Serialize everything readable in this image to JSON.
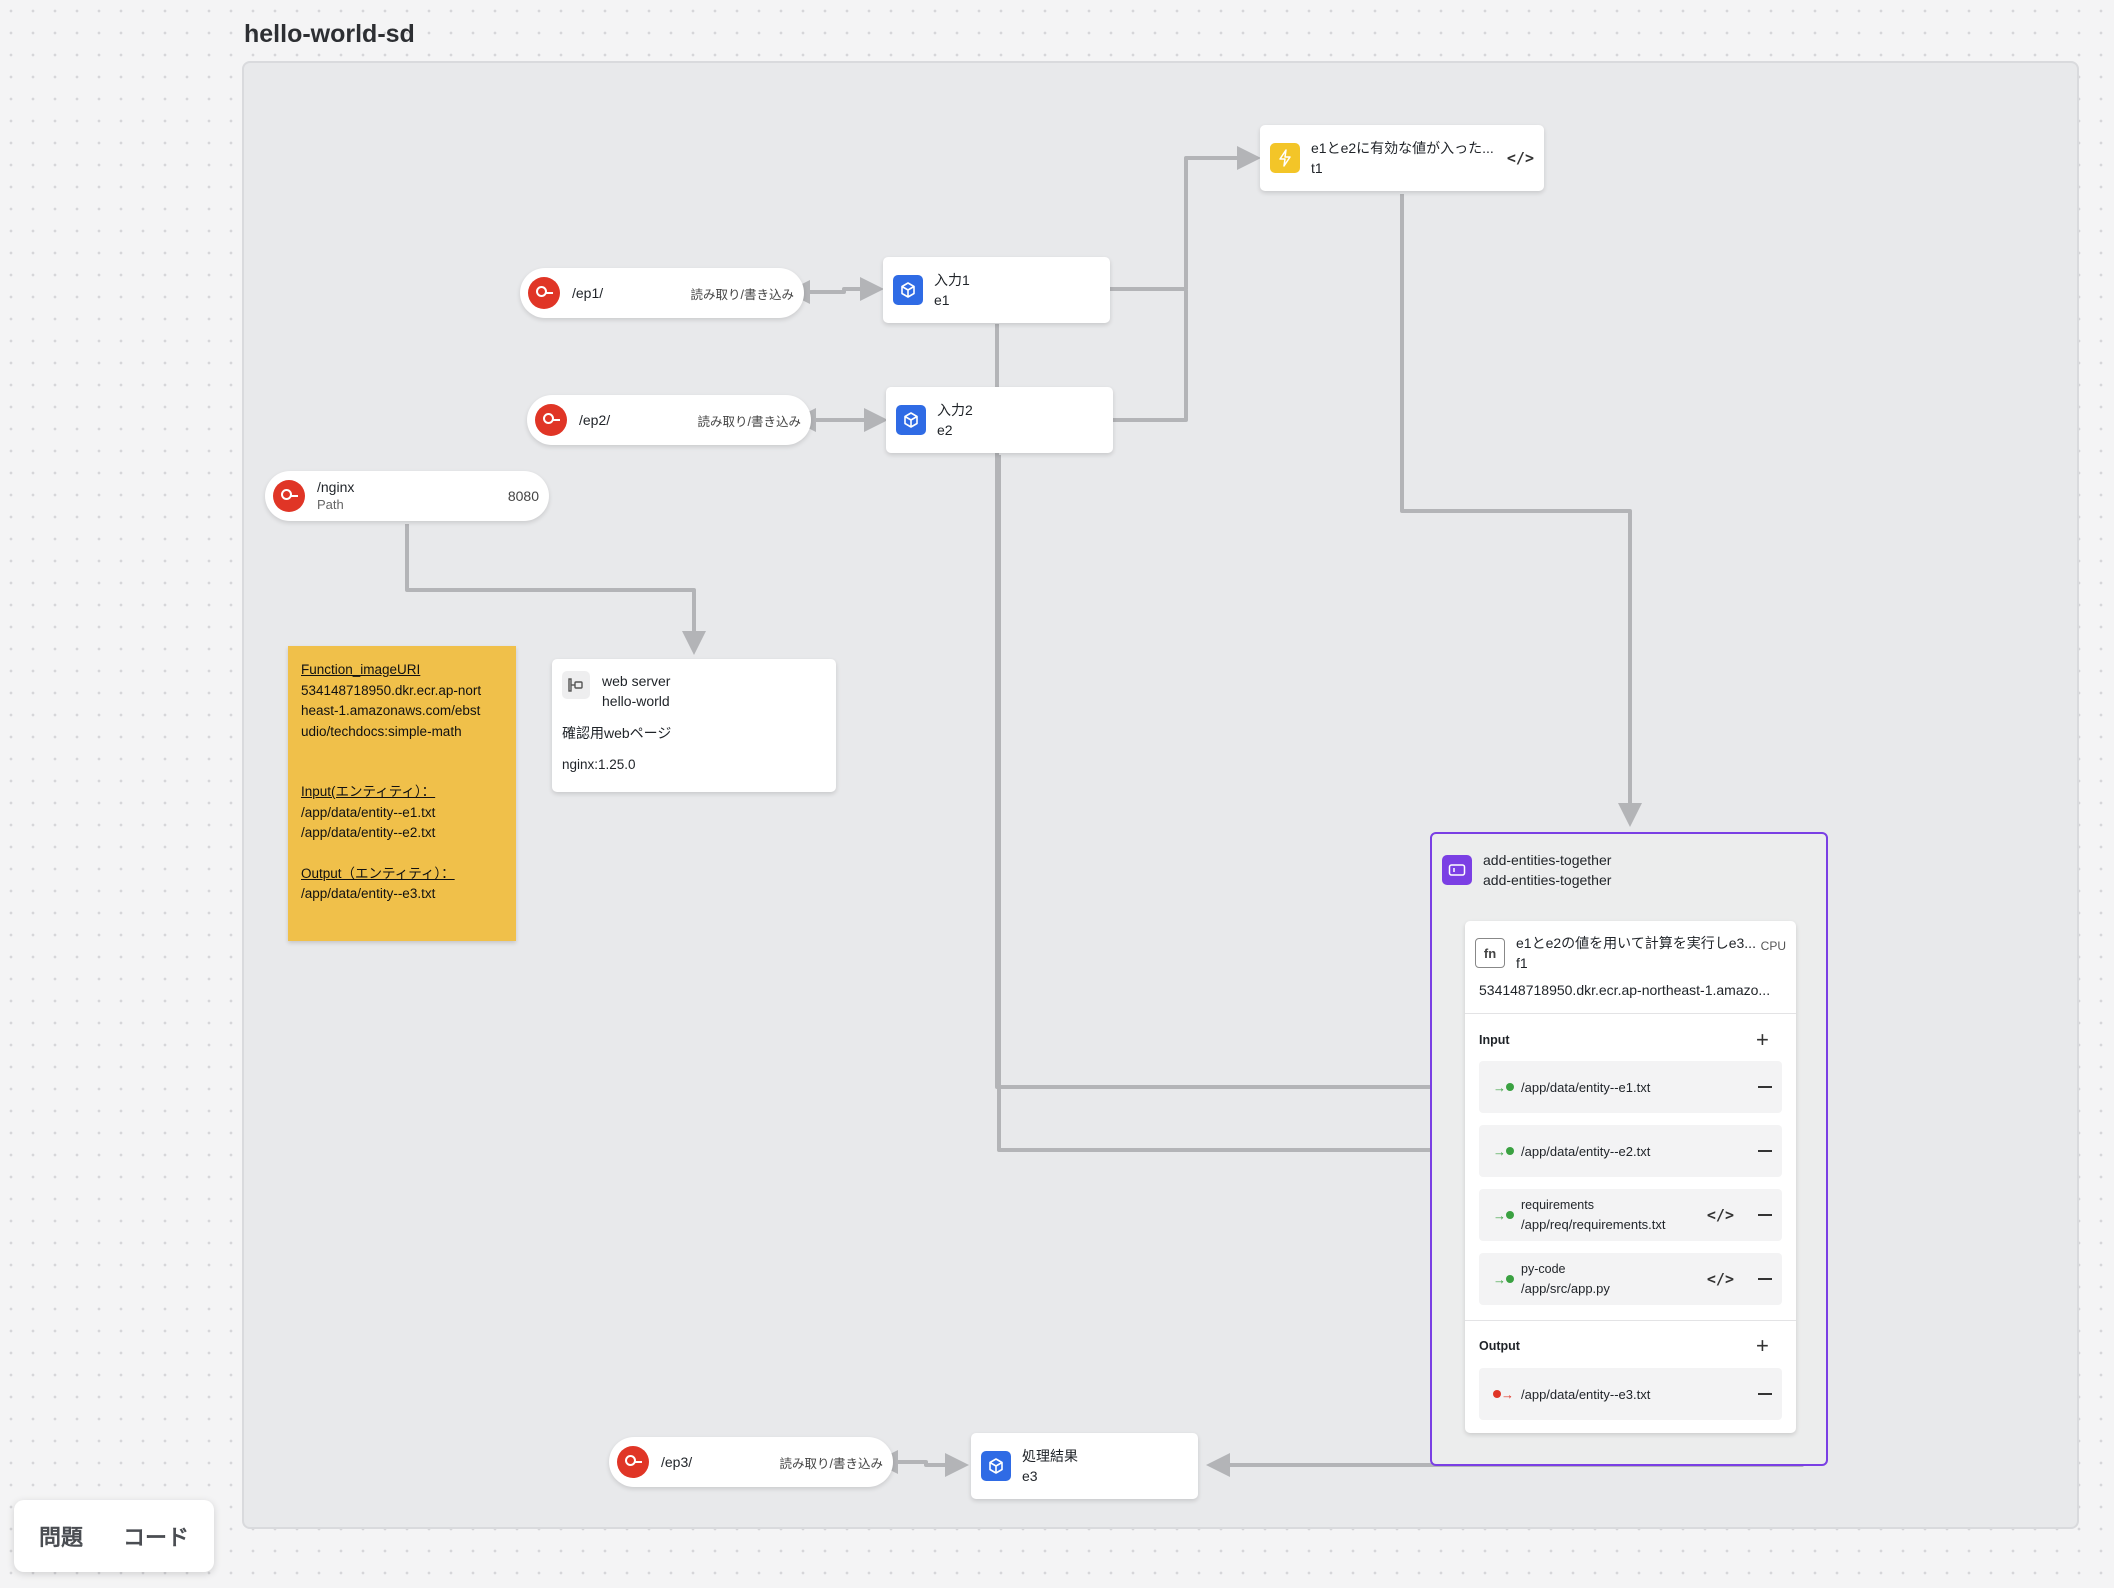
{
  "canvas": {
    "title": "hello-world-sd"
  },
  "endpoints": {
    "ep1": {
      "path": "/ep1/",
      "mode": "読み取り/書き込み"
    },
    "ep2": {
      "path": "/ep2/",
      "mode": "読み取り/書き込み"
    },
    "ep3": {
      "path": "/ep3/",
      "mode": "読み取り/書き込み"
    },
    "nginx": {
      "path": "/nginx",
      "type": "Path",
      "port": "8080"
    }
  },
  "entities": {
    "e1": {
      "label": "入力1",
      "id": "e1"
    },
    "e2": {
      "label": "入力2",
      "id": "e2"
    },
    "e3": {
      "label": "処理結果",
      "id": "e3"
    }
  },
  "trigger": {
    "label": "e1とe2に有効な値が入った...",
    "id": "t1"
  },
  "sticky_note": {
    "line1": "Function_imageURI",
    "line2": "534148718950.dkr.ecr.ap-nort",
    "line3": "heast-1.amazonaws.com/ebst",
    "line4": "udio/techdocs:simple-math",
    "line5": "Input(エンティティ）：",
    "line6": "/app/data/entity--e1.txt",
    "line7": "/app/data/entity--e2.txt",
    "line8": "Output（エンティティ）：",
    "line9": "/app/data/entity--e3.txt"
  },
  "web_server": {
    "name": "web server",
    "id": "hello-world",
    "description": "確認用webページ",
    "image": "nginx:1.25.0"
  },
  "group": {
    "name": "add-entities-together",
    "id": "add-entities-together"
  },
  "function": {
    "label": "e1とe2の値を用いて計算を実行しe3...",
    "id": "f1",
    "resource": "CPU",
    "image": "534148718950.dkr.ecr.ap-northeast-1.amazo...",
    "input_label": "Input",
    "inputs": [
      {
        "path": "/app/data/entity--e1.txt"
      },
      {
        "path": "/app/data/entity--e2.txt"
      },
      {
        "name": "requirements",
        "path": "/app/req/requirements.txt"
      },
      {
        "name": "py-code",
        "path": "/app/src/app.py"
      }
    ],
    "output_label": "Output",
    "outputs": [
      {
        "path": "/app/data/entity--e3.txt"
      }
    ]
  },
  "tabs": {
    "issues": "問題",
    "code": "コード"
  },
  "colors": {
    "endpoint": "#e03526",
    "entity": "#2f6be5",
    "trigger": "#f3c528",
    "group": "#7b3fe4",
    "note": "#f0c04a",
    "edge": "#b3b4b7"
  },
  "icons": {
    "endpoint": "endpoint-icon",
    "entity": "cube-icon",
    "trigger": "lightning-icon",
    "code": "code-icon",
    "server": "server-icon",
    "group": "group-icon",
    "function": "fn-icon"
  }
}
